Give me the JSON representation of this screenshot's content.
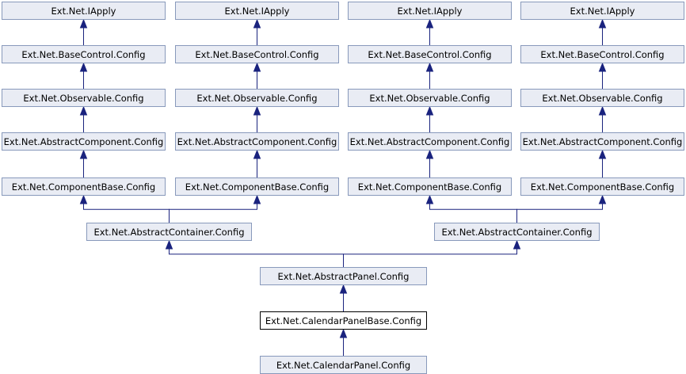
{
  "colors": {
    "node_fill": "#e9ecf4",
    "node_border": "#8899bb",
    "current_node_fill": "#ffffff",
    "current_node_border": "#000000",
    "edge": "#1a237e"
  },
  "nodes": [
    {
      "id": "iapply-1",
      "label": "Ext.Net.IApply"
    },
    {
      "id": "iapply-2",
      "label": "Ext.Net.IApply"
    },
    {
      "id": "iapply-3",
      "label": "Ext.Net.IApply"
    },
    {
      "id": "iapply-4",
      "label": "Ext.Net.IApply"
    },
    {
      "id": "basecontrol-1",
      "label": "Ext.Net.BaseControl.Config"
    },
    {
      "id": "basecontrol-2",
      "label": "Ext.Net.BaseControl.Config"
    },
    {
      "id": "basecontrol-3",
      "label": "Ext.Net.BaseControl.Config"
    },
    {
      "id": "basecontrol-4",
      "label": "Ext.Net.BaseControl.Config"
    },
    {
      "id": "observable-1",
      "label": "Ext.Net.Observable.Config"
    },
    {
      "id": "observable-2",
      "label": "Ext.Net.Observable.Config"
    },
    {
      "id": "observable-3",
      "label": "Ext.Net.Observable.Config"
    },
    {
      "id": "observable-4",
      "label": "Ext.Net.Observable.Config"
    },
    {
      "id": "abstractcomponent-1",
      "label": "Ext.Net.AbstractComponent.Config"
    },
    {
      "id": "abstractcomponent-2",
      "label": "Ext.Net.AbstractComponent.Config"
    },
    {
      "id": "abstractcomponent-3",
      "label": "Ext.Net.AbstractComponent.Config"
    },
    {
      "id": "abstractcomponent-4",
      "label": "Ext.Net.AbstractComponent.Config"
    },
    {
      "id": "componentbase-1",
      "label": "Ext.Net.ComponentBase.Config"
    },
    {
      "id": "componentbase-2",
      "label": "Ext.Net.ComponentBase.Config"
    },
    {
      "id": "componentbase-3",
      "label": "Ext.Net.ComponentBase.Config"
    },
    {
      "id": "componentbase-4",
      "label": "Ext.Net.ComponentBase.Config"
    },
    {
      "id": "abstractcontainer-1",
      "label": "Ext.Net.AbstractContainer.Config"
    },
    {
      "id": "abstractcontainer-2",
      "label": "Ext.Net.AbstractContainer.Config"
    },
    {
      "id": "abstractpanel",
      "label": "Ext.Net.AbstractPanel.Config"
    },
    {
      "id": "calendarpanelbase",
      "label": "Ext.Net.CalendarPanelBase.Config",
      "current": true
    },
    {
      "id": "calendarpanel",
      "label": "Ext.Net.CalendarPanel.Config"
    }
  ],
  "edges": [
    {
      "from": "basecontrol-1",
      "to": "iapply-1"
    },
    {
      "from": "basecontrol-2",
      "to": "iapply-2"
    },
    {
      "from": "basecontrol-3",
      "to": "iapply-3"
    },
    {
      "from": "basecontrol-4",
      "to": "iapply-4"
    },
    {
      "from": "observable-1",
      "to": "basecontrol-1"
    },
    {
      "from": "observable-2",
      "to": "basecontrol-2"
    },
    {
      "from": "observable-3",
      "to": "basecontrol-3"
    },
    {
      "from": "observable-4",
      "to": "basecontrol-4"
    },
    {
      "from": "abstractcomponent-1",
      "to": "observable-1"
    },
    {
      "from": "abstractcomponent-2",
      "to": "observable-2"
    },
    {
      "from": "abstractcomponent-3",
      "to": "observable-3"
    },
    {
      "from": "abstractcomponent-4",
      "to": "observable-4"
    },
    {
      "from": "componentbase-1",
      "to": "abstractcomponent-1"
    },
    {
      "from": "componentbase-2",
      "to": "abstractcomponent-2"
    },
    {
      "from": "componentbase-3",
      "to": "abstractcomponent-3"
    },
    {
      "from": "componentbase-4",
      "to": "abstractcomponent-4"
    },
    {
      "from": "abstractcontainer-1",
      "to": "componentbase-1"
    },
    {
      "from": "abstractcontainer-1",
      "to": "componentbase-2"
    },
    {
      "from": "abstractcontainer-2",
      "to": "componentbase-3"
    },
    {
      "from": "abstractcontainer-2",
      "to": "componentbase-4"
    },
    {
      "from": "abstractpanel",
      "to": "abstractcontainer-1"
    },
    {
      "from": "abstractpanel",
      "to": "abstractcontainer-2"
    },
    {
      "from": "calendarpanelbase",
      "to": "abstractpanel"
    },
    {
      "from": "calendarpanel",
      "to": "calendarpanelbase"
    }
  ]
}
